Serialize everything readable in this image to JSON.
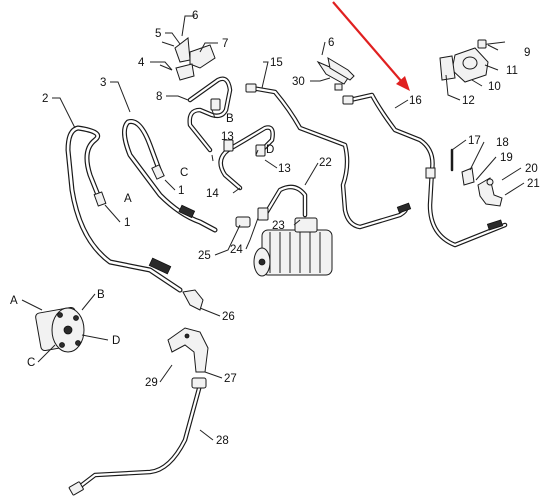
{
  "diagram": {
    "callouts": {
      "n1a": "1",
      "n1b": "1",
      "n2": "2",
      "n3": "3",
      "n4": "4",
      "n5": "5",
      "n6a": "6",
      "n6b": "6",
      "n7": "7",
      "n8": "8",
      "n9": "9",
      "n10": "10",
      "n11": "11",
      "n12": "12",
      "n13a": "13",
      "n13b": "13",
      "n14": "14",
      "n15": "15",
      "n16": "16",
      "n17": "17",
      "n18": "18",
      "n19": "19",
      "n20": "20",
      "n21": "21",
      "n22": "22",
      "n23": "23",
      "n24": "24",
      "n25": "25",
      "n26": "26",
      "n27": "27",
      "n28": "28",
      "n29": "29",
      "n30": "30"
    },
    "port_letters": {
      "A1": "A",
      "C1": "C",
      "B1": "B",
      "D1": "D",
      "A2": "A",
      "B2": "B",
      "C2": "C",
      "D2": "D"
    },
    "colors": {
      "line": "#1a1a1a",
      "arrow": "#e02020",
      "background": "#ffffff"
    }
  }
}
